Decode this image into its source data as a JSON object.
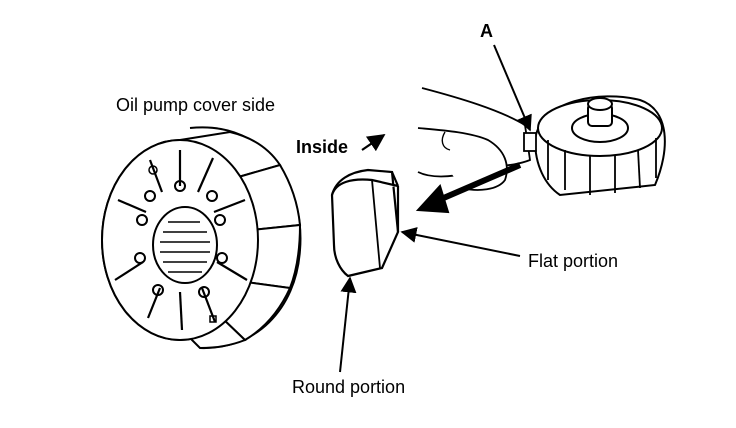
{
  "labels": {
    "cover_side": "Oil pump cover side",
    "inside": "Inside",
    "callout_a": "A",
    "flat_portion": "Flat portion",
    "round_portion": "Round portion"
  },
  "colors": {
    "ink": "#000000",
    "background": "#ffffff"
  }
}
